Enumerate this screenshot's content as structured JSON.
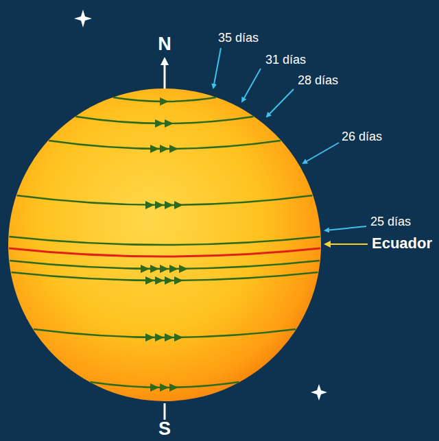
{
  "diagram": {
    "labels": [
      "N",
      "35 días",
      "31 días",
      "28 días",
      "26 días",
      "25 días",
      "Ecuador",
      "S"
    ]
  }
}
